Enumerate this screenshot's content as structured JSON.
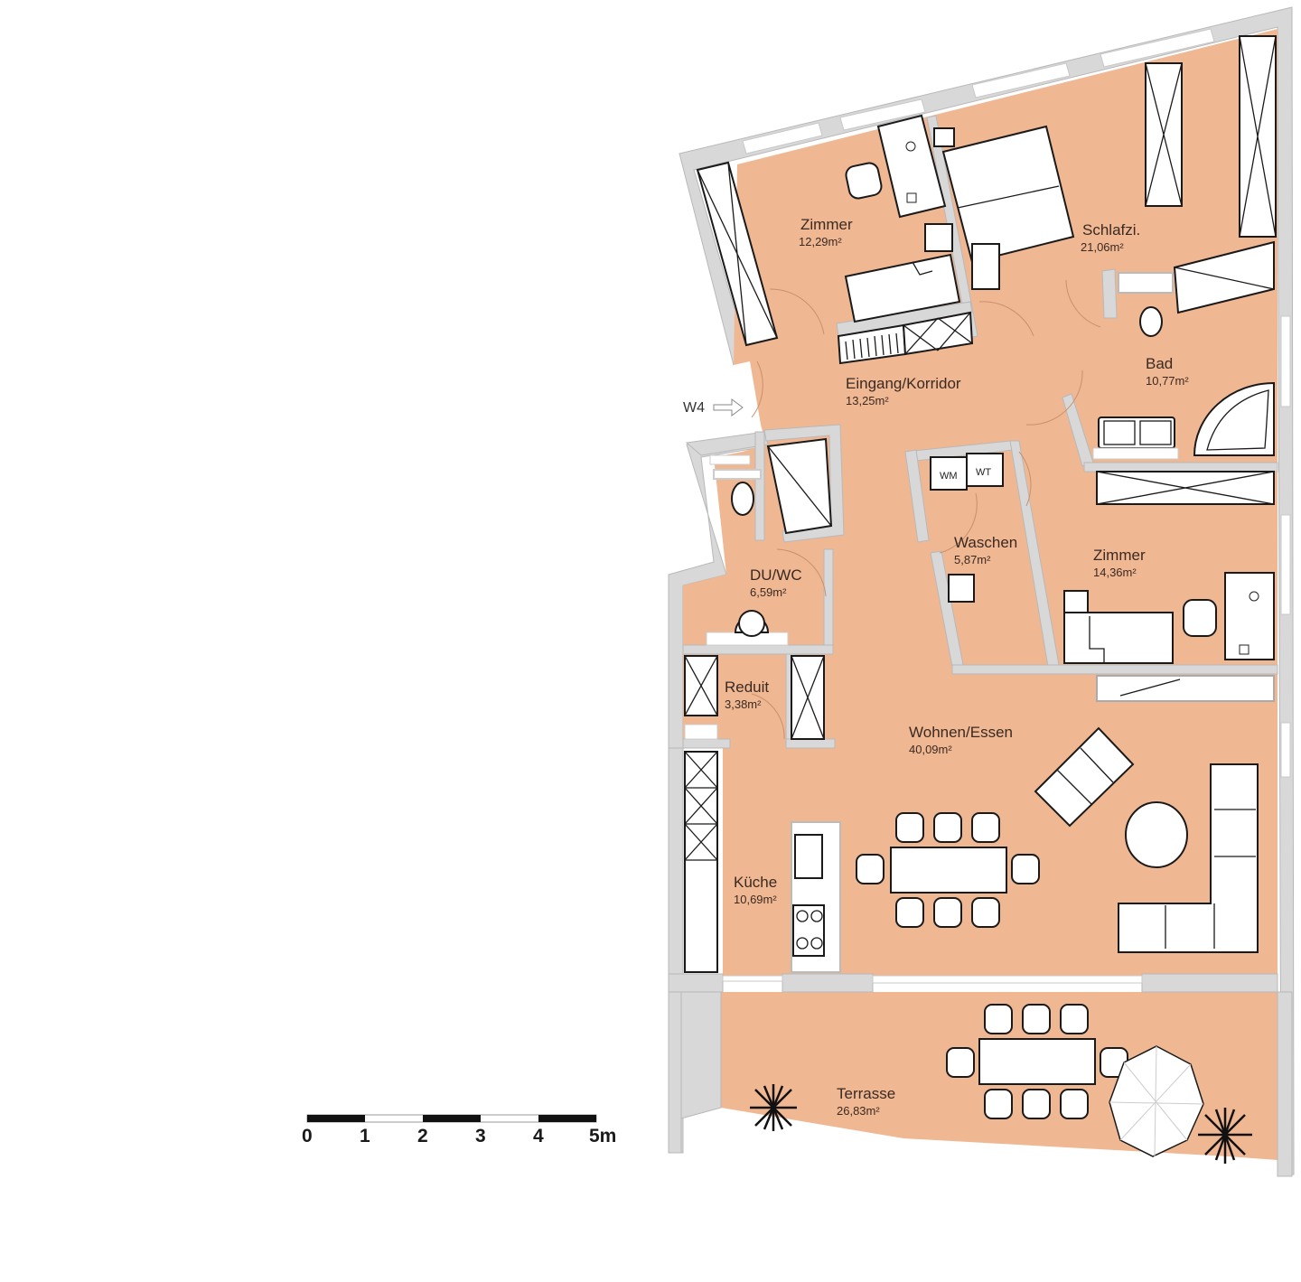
{
  "plan": {
    "entry_marker": "W4",
    "colors": {
      "floor": "#f0b793",
      "wall": "#d8d8d8",
      "furniture_stroke": "#1a1a1a",
      "background": "#ffffff"
    },
    "rooms": [
      {
        "id": "zimmer1",
        "name": "Zimmer",
        "area": "12,29m²"
      },
      {
        "id": "schlafzi",
        "name": "Schlafzi.",
        "area": "21,06m²"
      },
      {
        "id": "bad",
        "name": "Bad",
        "area": "10,77m²"
      },
      {
        "id": "eingang",
        "name": "Eingang/Korridor",
        "area": "13,25m²"
      },
      {
        "id": "duwc",
        "name": "DU/WC",
        "area": "6,59m²"
      },
      {
        "id": "waschen",
        "name": "Waschen",
        "area": "5,87m²"
      },
      {
        "id": "zimmer2",
        "name": "Zimmer",
        "area": "14,36m²"
      },
      {
        "id": "reduit",
        "name": "Reduit",
        "area": "3,38m²"
      },
      {
        "id": "wohnen",
        "name": "Wohnen/Essen",
        "area": "40,09m²"
      },
      {
        "id": "kueche",
        "name": "Küche",
        "area": "10,69m²"
      },
      {
        "id": "terrasse",
        "name": "Terrasse",
        "area": "26,83m²"
      }
    ],
    "appliances": {
      "washer": "WM",
      "dryer": "WT"
    }
  },
  "scale_bar": {
    "ticks": [
      "0",
      "1",
      "2",
      "3",
      "4",
      "5m"
    ],
    "unit": "m"
  }
}
